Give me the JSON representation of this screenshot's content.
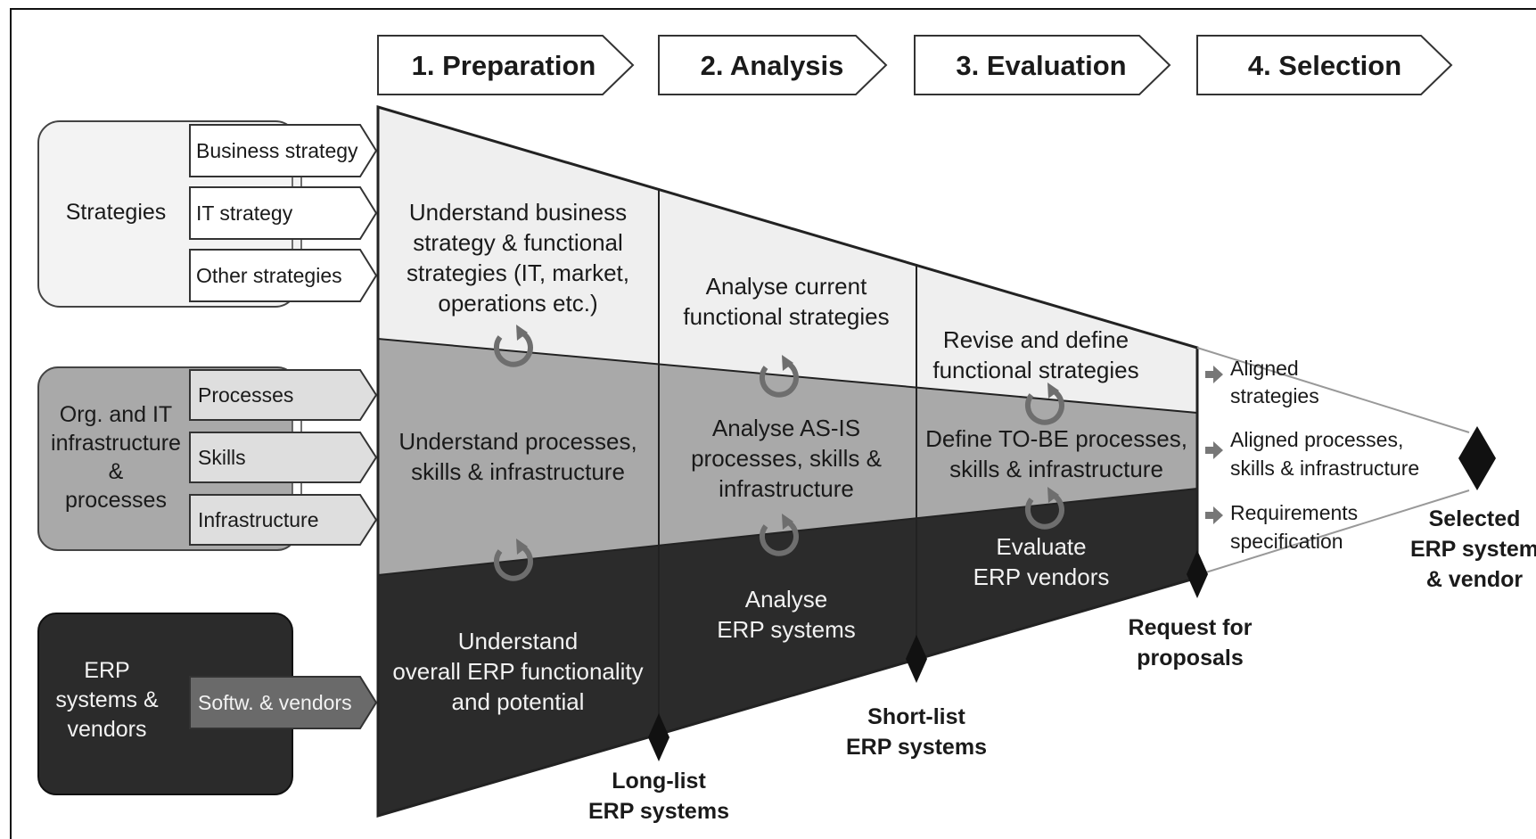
{
  "phases": [
    "1. Preparation",
    "2. Analysis",
    "3. Evaluation",
    "4. Selection"
  ],
  "inputs": {
    "strategies": {
      "title": "Strategies",
      "items": [
        "Business strategy",
        "IT strategy",
        "Other strategies"
      ]
    },
    "org_it": {
      "title_lines": [
        "Org. and IT",
        "infrastructure",
        "&",
        "processes"
      ],
      "items": [
        "Processes",
        "Skills",
        "Infrastructure"
      ]
    },
    "erp": {
      "title_lines": [
        "ERP",
        "systems &",
        "vendors"
      ],
      "items": [
        "Softw. & vendors"
      ]
    }
  },
  "activities": {
    "strategy_row": [
      [
        "Understand business",
        "strategy & functional",
        "strategies (IT, market,",
        "operations etc.)"
      ],
      [
        "Analyse current",
        "functional strategies"
      ],
      [
        "Revise and define",
        "functional strategies"
      ]
    ],
    "process_row": [
      [
        "Understand processes,",
        "skills & infrastructure"
      ],
      [
        "Analyse AS-IS",
        "processes, skills &",
        "infrastructure"
      ],
      [
        "Define TO-BE processes,",
        "skills & infrastructure"
      ]
    ],
    "erp_row": [
      [
        "Understand",
        "overall ERP functionality",
        "and potential"
      ],
      [
        "Analyse",
        "ERP systems"
      ],
      [
        "Evaluate",
        "ERP vendors"
      ]
    ]
  },
  "milestones": [
    [
      "Long-list",
      "ERP systems"
    ],
    [
      "Short-list",
      "ERP systems"
    ],
    [
      "Request for",
      "proposals"
    ],
    [
      "Selected",
      "ERP system",
      "& vendor"
    ]
  ],
  "outputs": [
    [
      "Aligned",
      "strategies"
    ],
    [
      "Aligned processes,",
      "skills & infrastructure"
    ],
    [
      "Requirements",
      "specification"
    ]
  ],
  "colors": {
    "light_band": "#efefef",
    "mid_band": "#a9a9a9",
    "dark_band": "#2b2b2b",
    "cycle_arrow": "#6e6e6e"
  }
}
